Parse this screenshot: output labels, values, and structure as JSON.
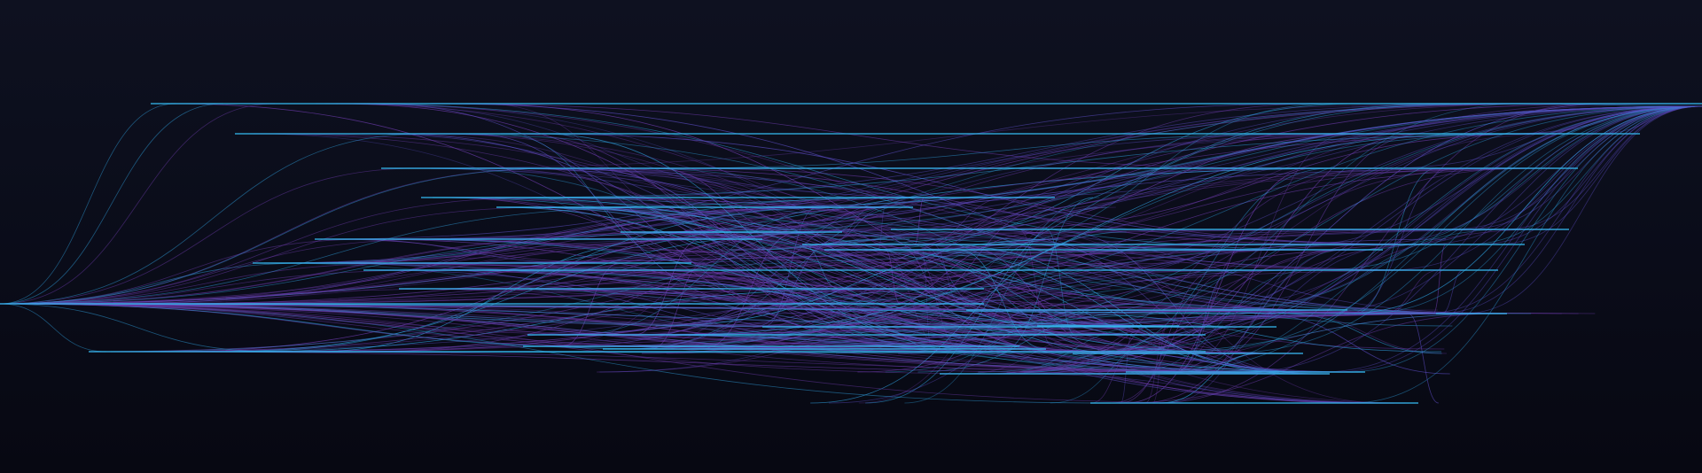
{
  "visualization": {
    "style": "abstract-network-lines",
    "background": "#0b0d18",
    "palette": {
      "link_blue": "#2fa2e0",
      "link_purple": "#6a3aa8",
      "link_violet": "#5a4bc0",
      "node_cyan": "#35b8ef"
    },
    "node_count": 34,
    "link_count": 420
  }
}
